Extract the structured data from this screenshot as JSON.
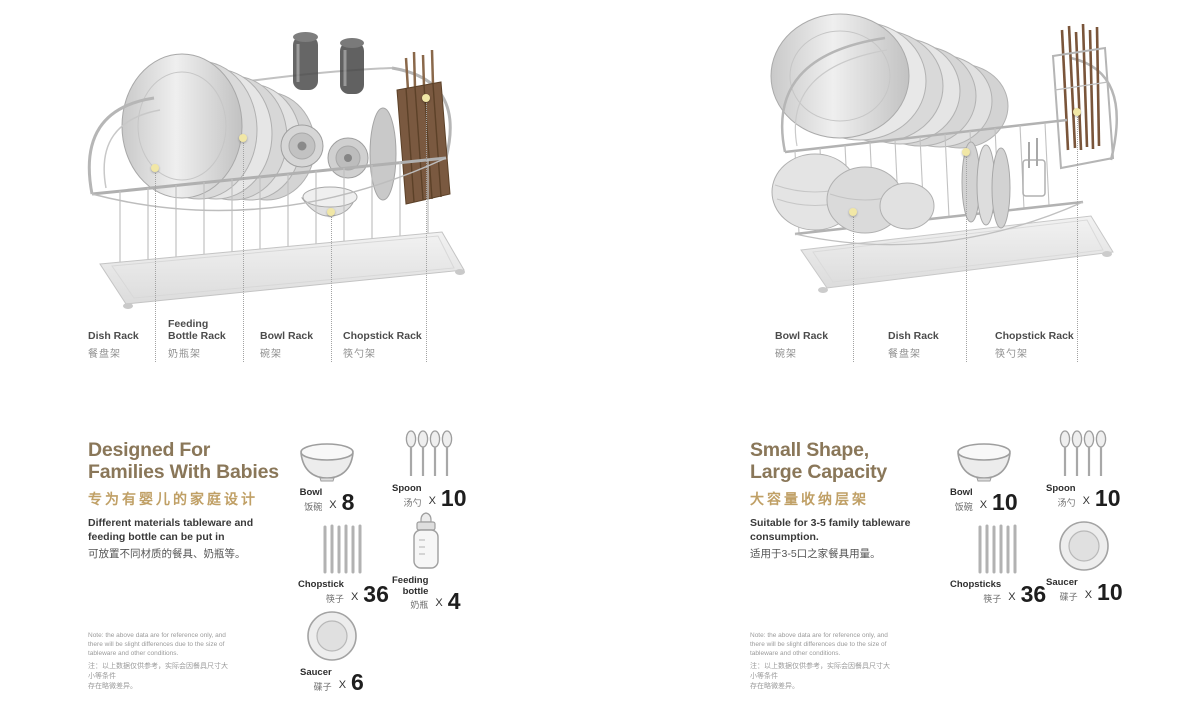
{
  "colors": {
    "accent": "#8a7759",
    "gold": "#c0a066",
    "marker": "#f1e7a6",
    "muted": "#9b9b9b"
  },
  "left": {
    "callouts": [
      {
        "en": "Dish Rack",
        "zh": "餐盘架"
      },
      {
        "en": "Feeding\nBottle Rack",
        "zh": "奶瓶架"
      },
      {
        "en": "Bowl Rack",
        "zh": "碗架"
      },
      {
        "en": "Chopstick Rack",
        "zh": "筷勺架"
      }
    ],
    "title1": "Designed For",
    "title2": "Families With Babies",
    "subtitle_zh": "专为有婴儿的家庭设计",
    "desc_en": "Different materials tableware and feeding bottle can be put in",
    "desc_zh": "可放置不同材质的餐具、奶瓶等。",
    "specs": [
      {
        "en": "Bowl",
        "zh": "饭碗",
        "times": "X",
        "count": "8"
      },
      {
        "en": "Spoon",
        "zh": "汤勺",
        "times": "X",
        "count": "10"
      },
      {
        "en": "Chopstick",
        "zh": "筷子",
        "times": "X",
        "count": "36"
      },
      {
        "en": "Feeding\nbottle",
        "zh": "奶瓶",
        "times": "X",
        "count": "4"
      },
      {
        "en": "Saucer",
        "zh": "碟子",
        "times": "X",
        "count": "6"
      }
    ],
    "note_en": "Note: the above data are for reference only, and there will be slight differences due to the size of tableware and other conditions.",
    "note_zh": "注：以上数据仅供参考，实际会因餐具尺寸大小等条件\n存在略微差异。"
  },
  "right": {
    "callouts": [
      {
        "en": "Bowl Rack",
        "zh": "碗架"
      },
      {
        "en": "Dish Rack",
        "zh": "餐盘架"
      },
      {
        "en": "Chopstick Rack",
        "zh": "筷勺架"
      }
    ],
    "title1": "Small Shape,",
    "title2": "Large Capacity",
    "subtitle_zh": "大容量收纳层架",
    "desc_en": "Suitable for 3-5 family tableware consumption.",
    "desc_zh": "适用于3-5口之家餐具用量。",
    "specs": [
      {
        "en": "Bowl",
        "zh": "饭碗",
        "times": "X",
        "count": "10"
      },
      {
        "en": "Spoon",
        "zh": "汤勺",
        "times": "X",
        "count": "10"
      },
      {
        "en": "Chopsticks",
        "zh": "筷子",
        "times": "X",
        "count": "36"
      },
      {
        "en": "Saucer",
        "zh": "碟子",
        "times": "X",
        "count": "10"
      }
    ],
    "note_en": "Note: the above data are for reference only, and there will be slight differences due to the size of tableware and other conditions.",
    "note_zh": "注：以上数据仅供参考，实际会因餐具尺寸大小等条件\n存在略微差异。"
  }
}
